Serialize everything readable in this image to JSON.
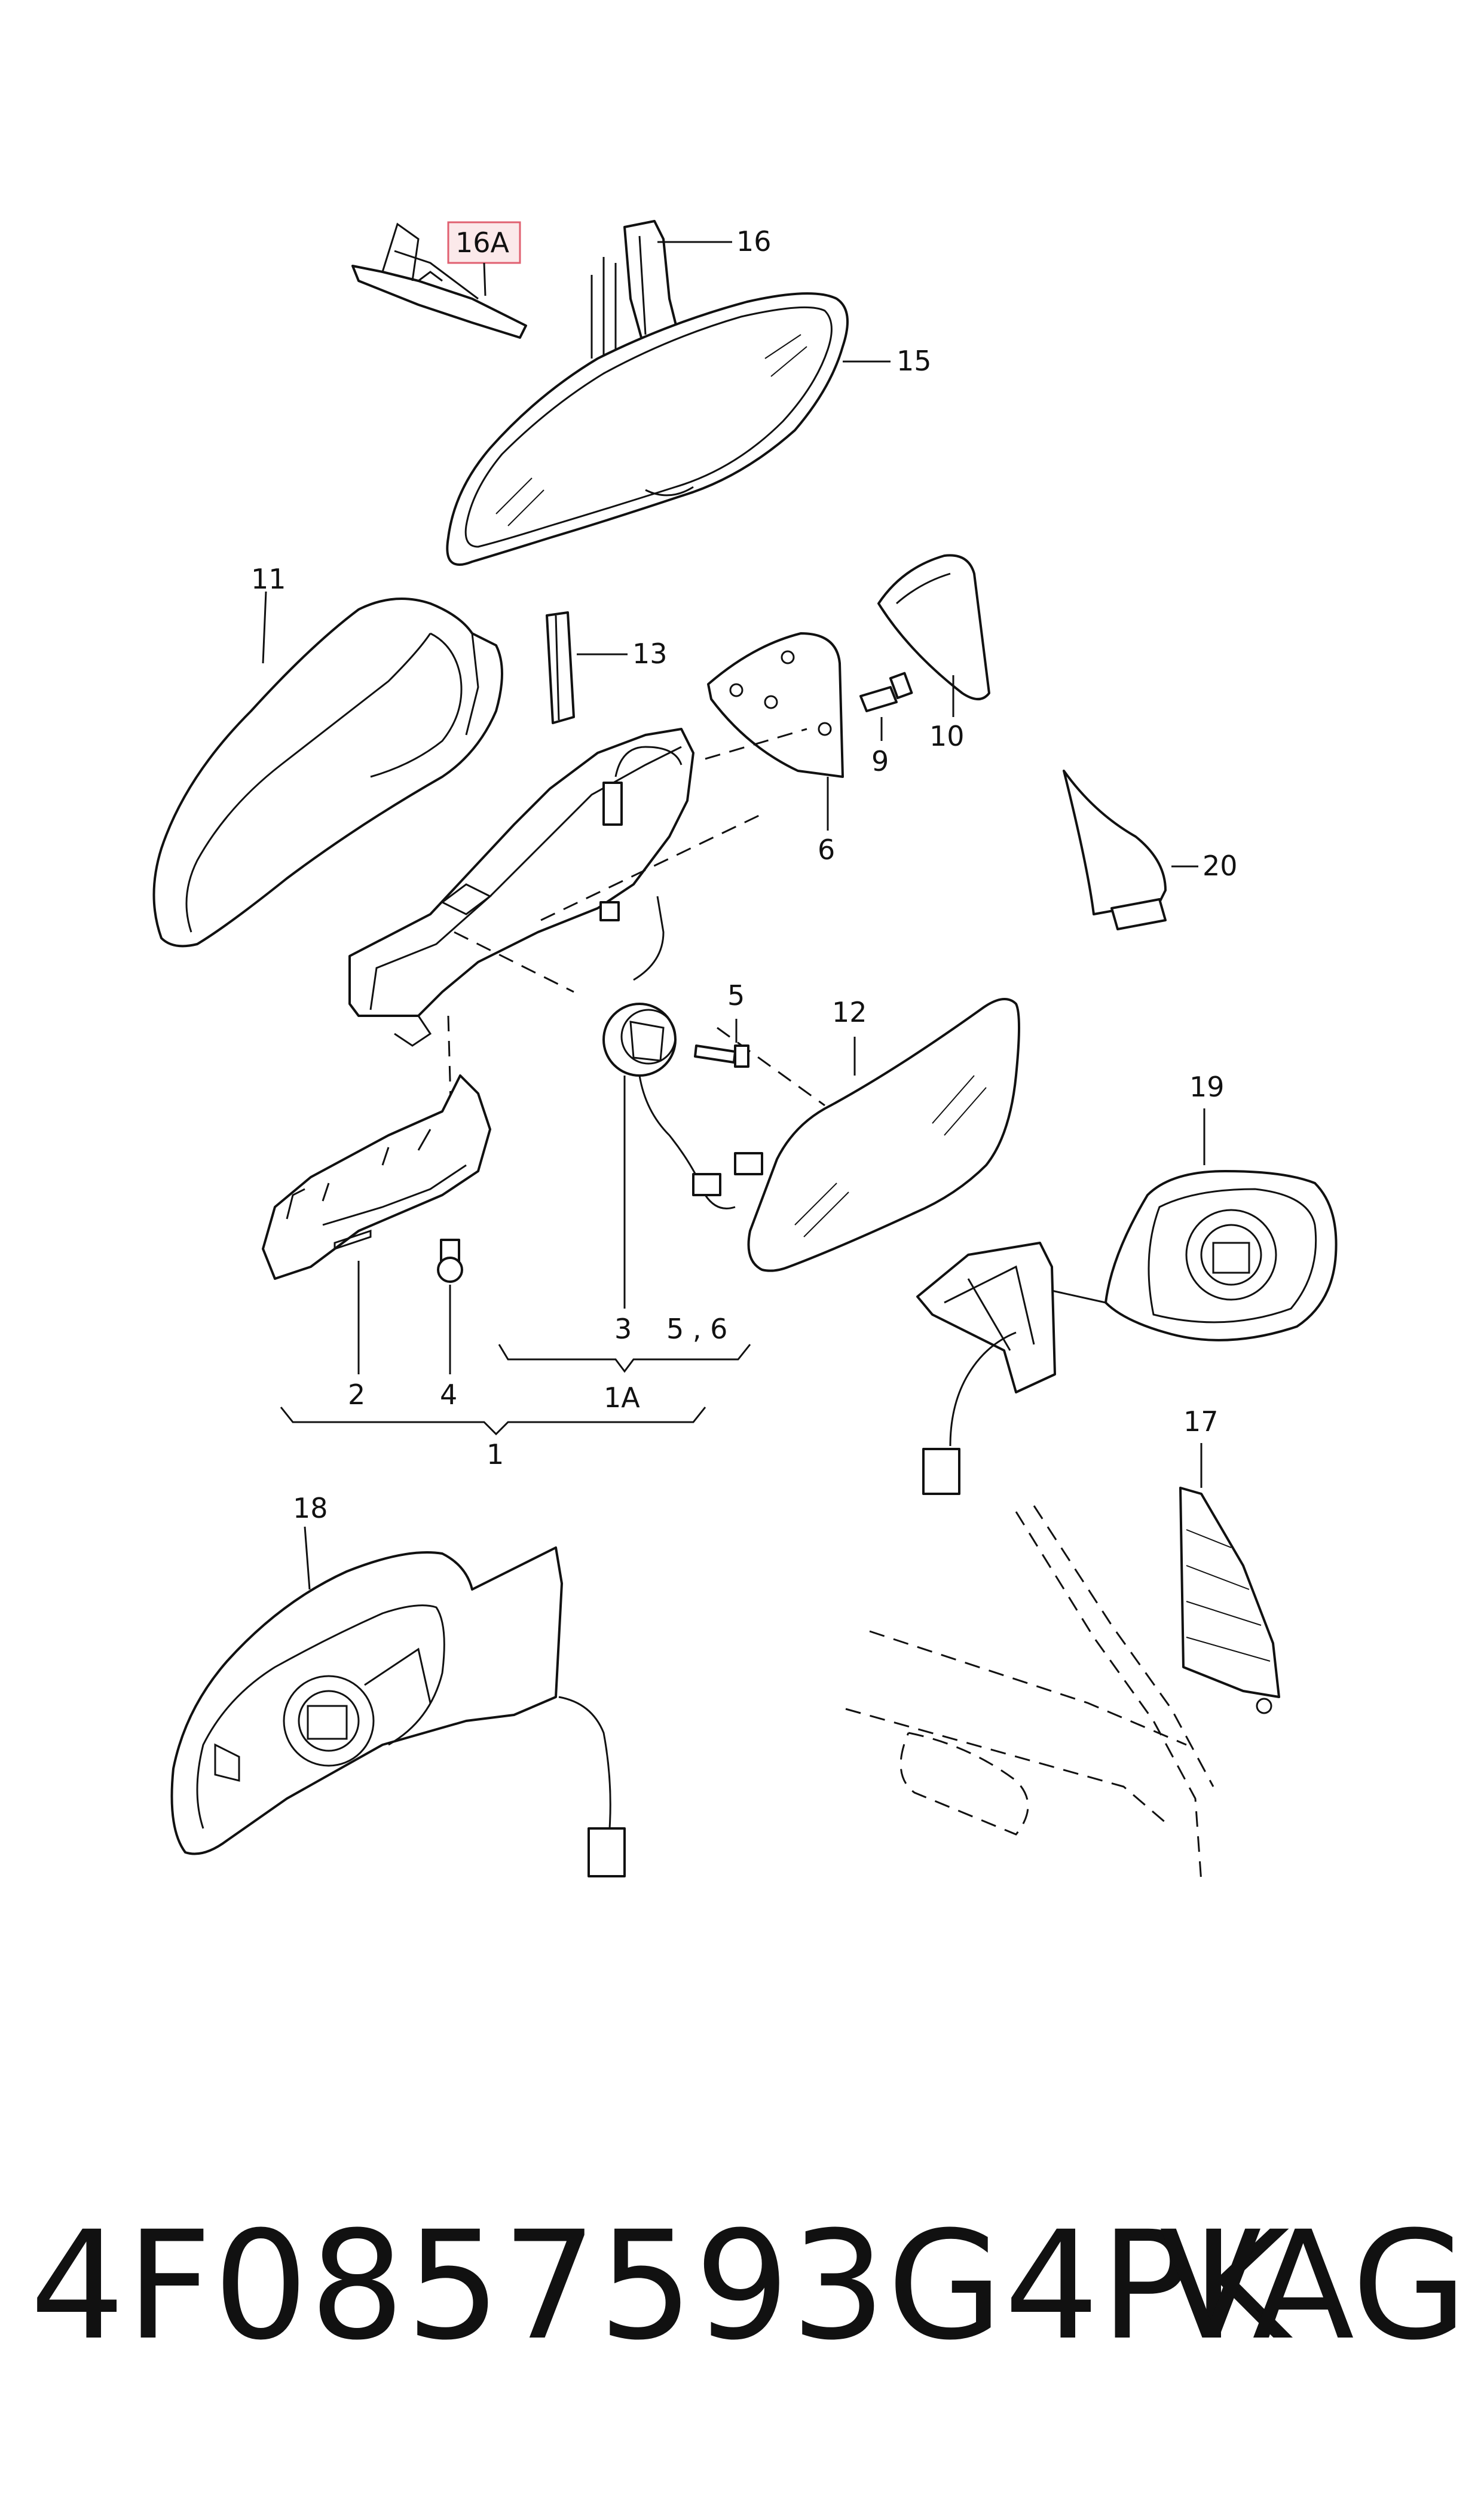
{
  "labels": {
    "l16A": "16A",
    "l16": "16",
    "l15": "15",
    "l11": "11",
    "l13": "13",
    "l10": "10",
    "l9": "9",
    "l6": "6",
    "l20": "20",
    "l5": "5",
    "l12": "12",
    "l19": "19",
    "l2": "2",
    "l4": "4",
    "l3": "3",
    "l56": "5 , 6",
    "l1A": "1A",
    "l1": "1",
    "l17": "17",
    "l18": "18"
  },
  "footer": {
    "part_number": "4F0857593G4PK",
    "brand": "VAG"
  },
  "colors": {
    "line": "#111111",
    "highlight_fill": "#fbe9ea",
    "highlight_stroke": "#e06070"
  }
}
